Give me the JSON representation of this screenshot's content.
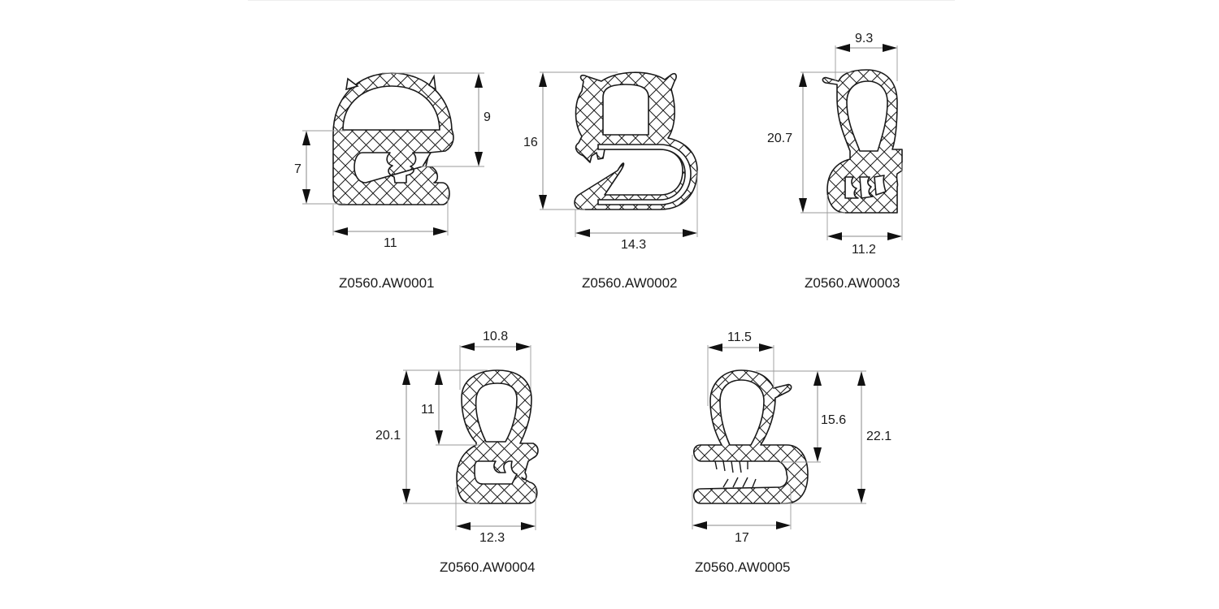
{
  "page": {
    "background": "#ffffff",
    "line_color": "#1a1a1a",
    "dimension_color": "#8a8a8a"
  },
  "profiles": [
    {
      "code": "Z0560.AW0001",
      "dimensions": {
        "width": "11",
        "height_upper": "9",
        "height_lower": "7"
      }
    },
    {
      "code": "Z0560.AW0002",
      "dimensions": {
        "width": "14.3",
        "height": "16"
      }
    },
    {
      "code": "Z0560.AW0003",
      "dimensions": {
        "top_width": "9.3",
        "height": "20.7",
        "bottom_width": "11.2"
      }
    },
    {
      "code": "Z0560.AW0004",
      "dimensions": {
        "top_width": "10.8",
        "height": "20.1",
        "bulb_height": "11",
        "bottom_width": "12.3"
      }
    },
    {
      "code": "Z0560.AW0005",
      "dimensions": {
        "top_width": "11.5",
        "bulb_height": "15.6",
        "height": "22.1",
        "bottom_width": "17"
      }
    }
  ]
}
